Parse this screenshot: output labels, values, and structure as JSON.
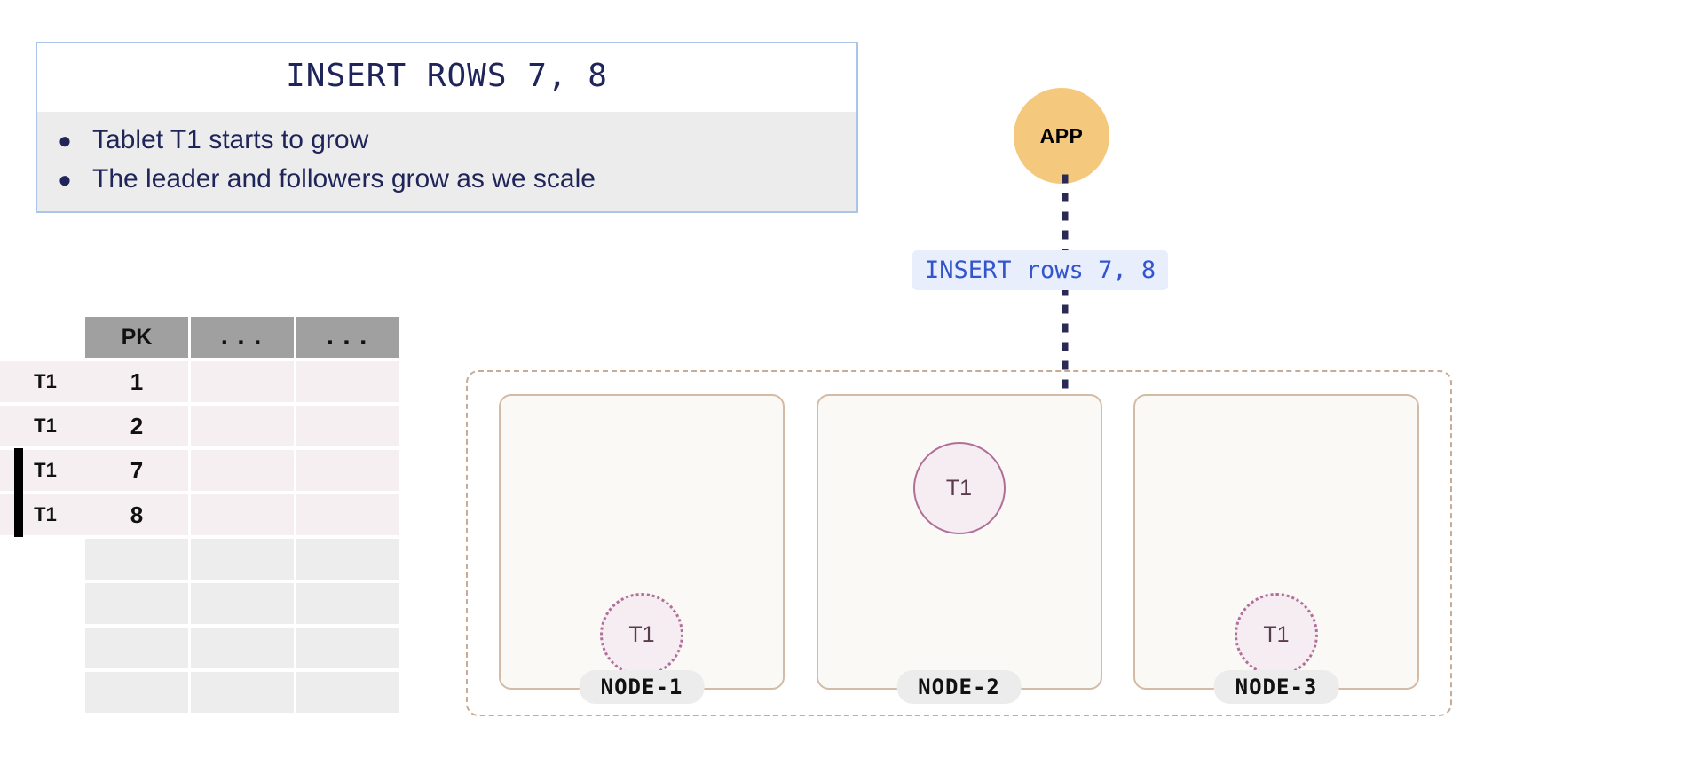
{
  "callout": {
    "title": "INSERT ROWS 7, 8",
    "bullet_glyph": "●",
    "items": [
      "Tablet T1 starts to grow",
      "The leader and followers grow as we scale"
    ],
    "border_color": "#a9c6e8",
    "body_bg": "#ececec",
    "text_color": "#1f2459"
  },
  "table": {
    "headers": [
      "PK",
      "...",
      "..."
    ],
    "rows": [
      {
        "side": "T1",
        "pk": "1",
        "marker": false,
        "filled": true
      },
      {
        "side": "T1",
        "pk": "2",
        "marker": false,
        "filled": true
      },
      {
        "side": "T1",
        "pk": "7",
        "marker": true,
        "filled": true
      },
      {
        "side": "T1",
        "pk": "8",
        "marker": true,
        "filled": true
      },
      {
        "side": "",
        "pk": "",
        "marker": false,
        "filled": false
      },
      {
        "side": "",
        "pk": "",
        "marker": false,
        "filled": false
      },
      {
        "side": "",
        "pk": "",
        "marker": false,
        "filled": false
      },
      {
        "side": "",
        "pk": "",
        "marker": false,
        "filled": false
      }
    ],
    "header_bg": "#a0a0a0",
    "filled_bg": "#f5eff2",
    "empty_bg": "#ededed"
  },
  "app": {
    "label": "APP",
    "color": "#f5c97d"
  },
  "query": {
    "label": "INSERT rows 7, 8",
    "bg": "#e8eefb",
    "color": "#3355cc"
  },
  "arrow": {
    "color": "#2b2a55",
    "style": "dotted"
  },
  "cluster": {
    "border_color": "#c8ab96",
    "nodes": [
      {
        "name": "NODE-1",
        "tablet": "T1",
        "role": "follower"
      },
      {
        "name": "NODE-2",
        "tablet": "T1",
        "role": "leader"
      },
      {
        "name": "NODE-3",
        "tablet": "T1",
        "role": "follower"
      }
    ],
    "node_bg": "#fbf9f6",
    "node_border": "#d3bba6",
    "tablet_bg": "#f6edf2",
    "tablet_border": "#b06f98",
    "tablet_text": "#5a3b4c"
  }
}
